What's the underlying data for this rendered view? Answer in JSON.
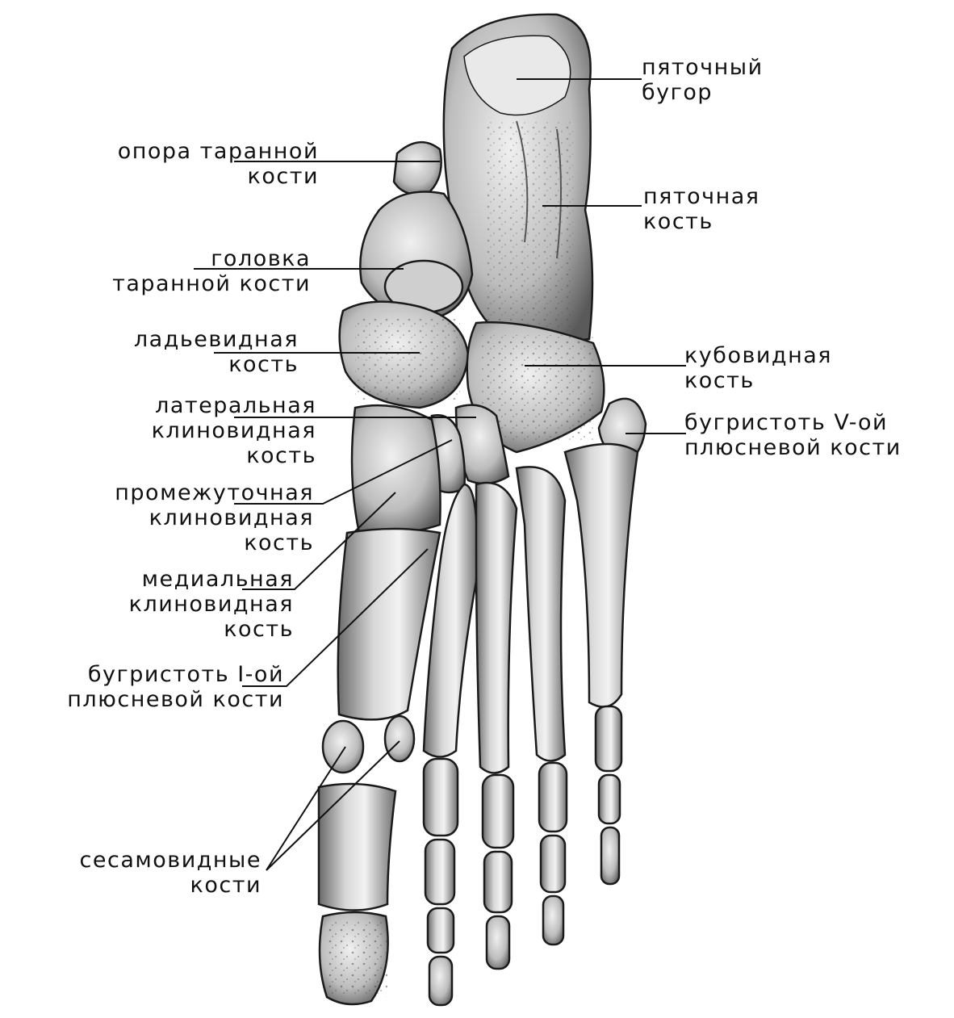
{
  "labels": {
    "calcaneal_tuber": [
      "пяточный",
      "бугор"
    ],
    "sustentaculum_tali": [
      "опора таранной",
      "кости"
    ],
    "calcaneus": [
      "пяточная",
      "кость"
    ],
    "talus_head": [
      "головка",
      "таранной кости"
    ],
    "navicular": [
      "ладьевидная",
      "кость"
    ],
    "cuboid": [
      "кубовидная",
      "кость"
    ],
    "lateral_cuneiform": [
      "латеральная",
      "клиновидная",
      "кость"
    ],
    "tuberosity_5th_metatarsal": [
      "бугристоть V-ой",
      "плюсневой кости"
    ],
    "intermediate_cuneiform": [
      "промежуточная",
      "клиновидная",
      "кость"
    ],
    "medial_cuneiform": [
      "медиальная",
      "клиновидная",
      "кость"
    ],
    "tuberosity_1st_metatarsal": [
      "бугристоть I-ой",
      "плюсневой кости"
    ],
    "sesamoid": [
      "сесамовидные",
      "кости"
    ]
  }
}
